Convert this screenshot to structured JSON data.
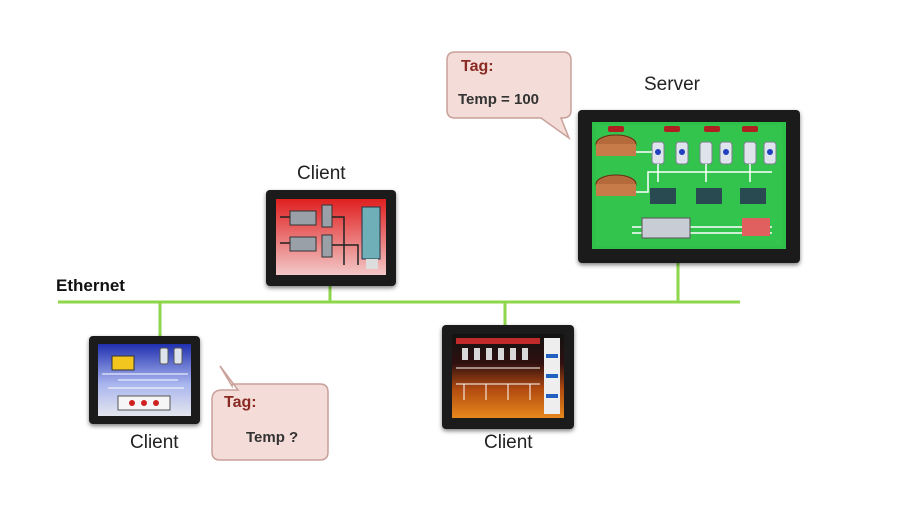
{
  "network": {
    "label": "Ethernet",
    "color": "#8ed64a"
  },
  "server": {
    "label": "Server"
  },
  "clients": [
    {
      "label": "Client"
    },
    {
      "label": "Client"
    },
    {
      "label": "Client"
    }
  ],
  "bubbles": {
    "server": {
      "title": "Tag:",
      "text": "Temp = 100"
    },
    "client": {
      "title": "Tag:",
      "text": "Temp ?"
    }
  }
}
